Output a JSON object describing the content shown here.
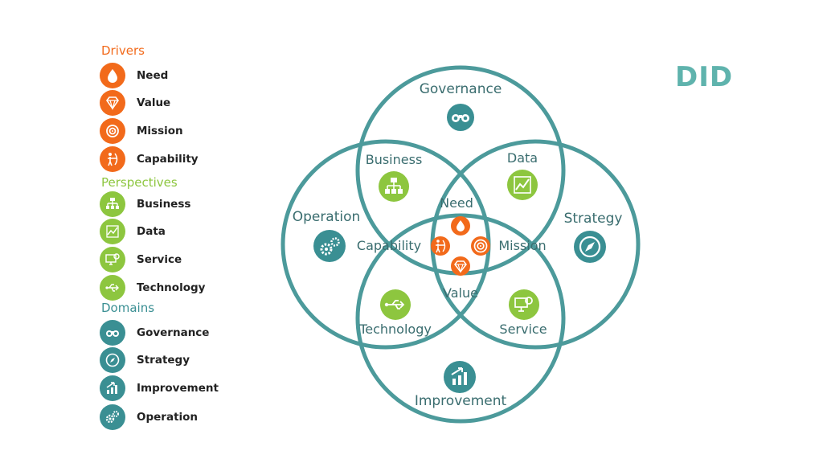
{
  "legend": {
    "drivers": {
      "title": "Drivers",
      "color": "#f26a1b",
      "items": [
        {
          "label": "Need",
          "icon": "drop-icon"
        },
        {
          "label": "Value",
          "icon": "diamond-icon"
        },
        {
          "label": "Mission",
          "icon": "target-icon"
        },
        {
          "label": "Capability",
          "icon": "archer-icon"
        }
      ]
    },
    "perspectives": {
      "title": "Perspectives",
      "color": "#8dc63f",
      "items": [
        {
          "label": "Business",
          "icon": "org-chart-icon"
        },
        {
          "label": "Data",
          "icon": "line-chart-icon"
        },
        {
          "label": "Service",
          "icon": "monitor-gear-icon"
        },
        {
          "label": "Technology",
          "icon": "usb-icon"
        }
      ]
    },
    "domains": {
      "title": "Domains",
      "color": "#3a8f93",
      "items": [
        {
          "label": "Governance",
          "icon": "binoculars-icon"
        },
        {
          "label": "Strategy",
          "icon": "compass-icon"
        },
        {
          "label": "Improvement",
          "icon": "bar-growth-icon"
        },
        {
          "label": "Operation",
          "icon": "gears-icon"
        }
      ]
    }
  },
  "brand": "DID",
  "diagram": {
    "circle_color": "#4c9a9b",
    "domains": {
      "governance": "Governance",
      "operation": "Operation",
      "strategy": "Strategy",
      "improvement": "Improvement"
    },
    "perspectives": {
      "business": "Business",
      "data": "Data",
      "technology": "Technology",
      "service": "Service"
    },
    "drivers": {
      "need": "Need",
      "capability": "Capability",
      "mission": "Mission",
      "value": "Value"
    }
  }
}
